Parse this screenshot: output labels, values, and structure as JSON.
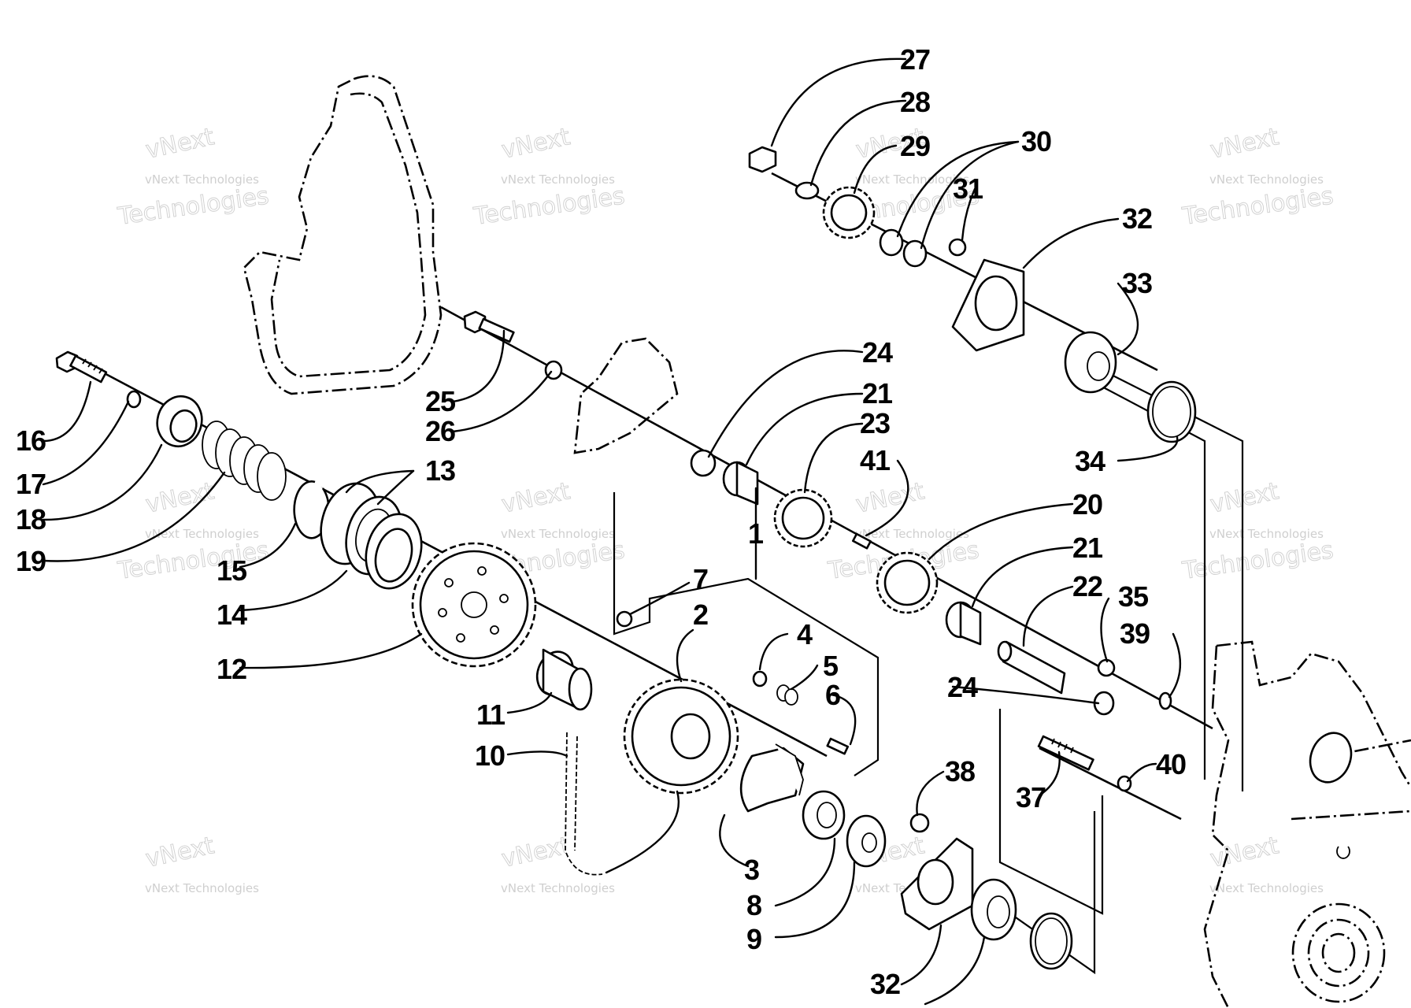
{
  "watermark": {
    "text": "vNext Technologies",
    "word1": "vNext",
    "word2": "Technologies"
  },
  "callouts": [
    "1",
    "2",
    "3",
    "4",
    "5",
    "6",
    "7",
    "8",
    "9",
    "10",
    "11",
    "12",
    "13",
    "14",
    "15",
    "16",
    "17",
    "18",
    "19",
    "20",
    "21",
    "21",
    "22",
    "23",
    "24",
    "24",
    "25",
    "26",
    "27",
    "28",
    "29",
    "30",
    "31",
    "32",
    "32",
    "33",
    "34",
    "35",
    "37",
    "38",
    "39",
    "40",
    "41"
  ]
}
